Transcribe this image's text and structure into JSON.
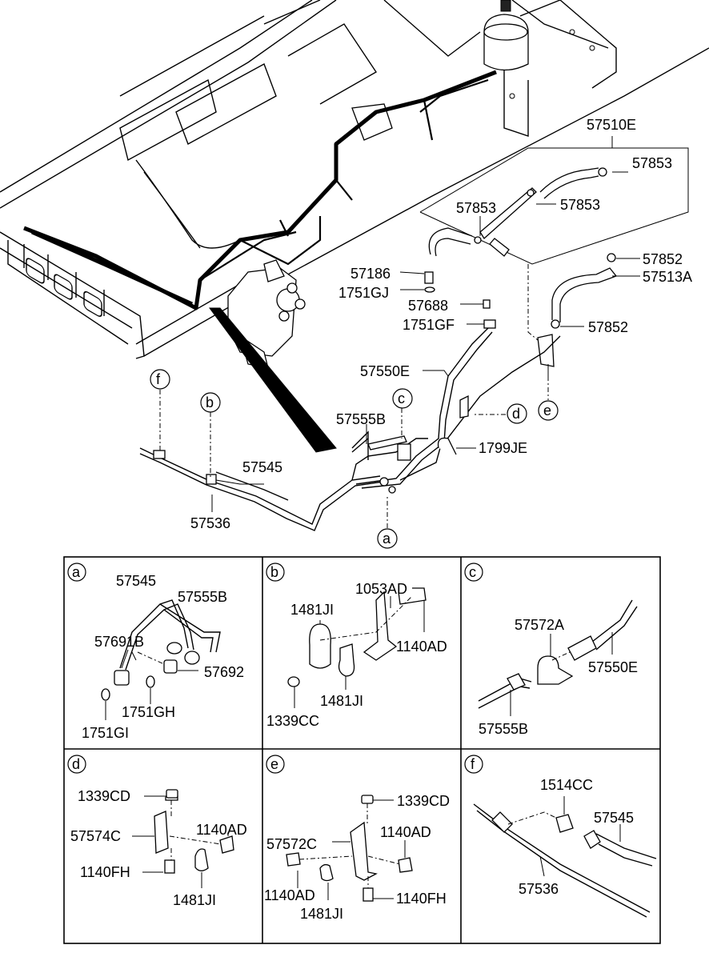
{
  "main_labels": {
    "l57510E": "57510E",
    "l57853a": "57853",
    "l57853b": "57853",
    "l57853c": "57853",
    "l57852a": "57852",
    "l57513A": "57513A",
    "l57852b": "57852",
    "l57186": "57186",
    "l1751GJ": "1751GJ",
    "l57688": "57688",
    "l1751GF": "1751GF",
    "l57550E": "57550E",
    "l57555B": "57555B",
    "l1799JE": "1799JE",
    "l57545": "57545",
    "l57536": "57536"
  },
  "callouts": {
    "a": "a",
    "b": "b",
    "c": "c",
    "d": "d",
    "e": "e",
    "f": "f"
  },
  "panels": {
    "a": {
      "id": "a",
      "labels": [
        "57545",
        "57555B",
        "57691B",
        "57692",
        "1751GH",
        "1751GI"
      ]
    },
    "b": {
      "id": "b",
      "labels": [
        "1053AD",
        "1481JI",
        "1140AD",
        "1481JI",
        "1339CC"
      ]
    },
    "c": {
      "id": "c",
      "labels": [
        "57572A",
        "57550E",
        "57555B"
      ]
    },
    "d": {
      "id": "d",
      "labels": [
        "1339CD",
        "57574C",
        "1140AD",
        "1140FH",
        "1481JI"
      ]
    },
    "e": {
      "id": "e",
      "labels": [
        "1339CD",
        "57572C",
        "1140AD",
        "1140AD",
        "1481JI",
        "1140FH"
      ]
    },
    "f": {
      "id": "f",
      "labels": [
        "1514CC",
        "57545",
        "57536"
      ]
    }
  }
}
